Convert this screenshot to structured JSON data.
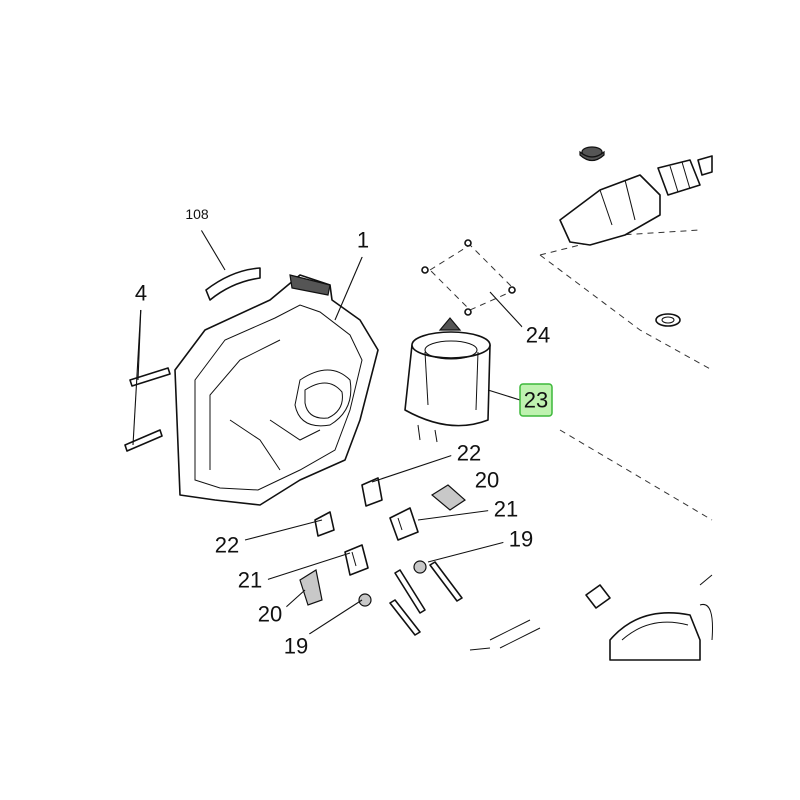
{
  "callouts": {
    "c108": "108",
    "c1": "1",
    "c4": "4",
    "c24": "24",
    "c23": "23",
    "c22a": "22",
    "c20a": "20",
    "c21a": "21",
    "c19a": "19",
    "c22b": "22",
    "c21b": "21",
    "c20b": "20",
    "c19b": "19"
  },
  "highlight": {
    "selected_callout": "23",
    "color": "#3db83a",
    "fill": "#bff2b0"
  }
}
